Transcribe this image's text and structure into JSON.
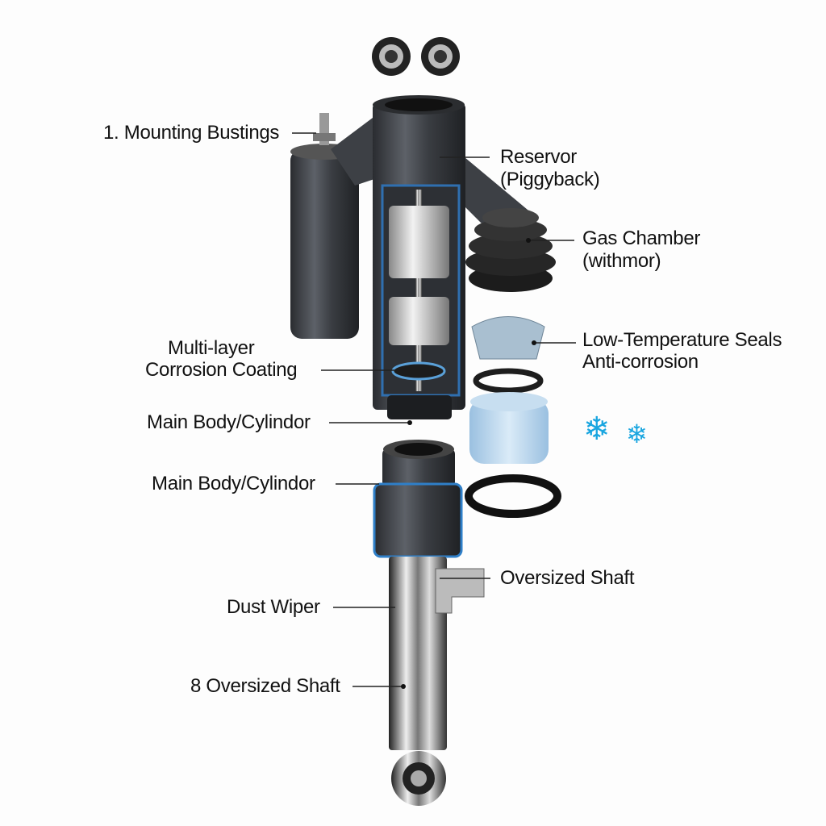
{
  "labels": {
    "mounting": "1. Mounting Bustings",
    "reservoir_1": "Reservor",
    "reservoir_2": "(Piggyback)",
    "gas_1": "Gas Chamber",
    "gas_2": "(withmor)",
    "coating_1": "Multi-layer",
    "coating_2": "Corrosion Coating",
    "seals_1": "Low-Temperature Seals",
    "seals_2": "Anti-corrosion",
    "main_body_1": "Main Body/Cylindor",
    "main_body_2": "Main Body/Cylindor",
    "oversized_right": "Oversized Shaft",
    "dust_wiper": "Dust Wiper",
    "oversized_left": "8 Oversized Shaft"
  },
  "icons": [
    "snowflake-icon",
    "snowflake-icon"
  ],
  "colors": {
    "accent_blue": "#1aa6e0",
    "metal_dark": "#3a3d42",
    "seal_blue": "#9cc6e6"
  }
}
